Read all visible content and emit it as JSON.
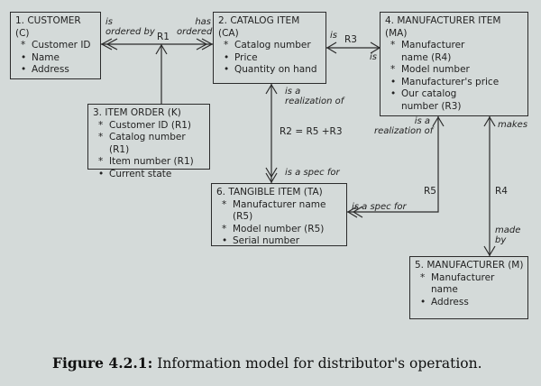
{
  "boxes": {
    "customer": {
      "title": "1. CUSTOMER (C)",
      "attrs": [
        {
          "mark": "*",
          "text": "Customer ID"
        },
        {
          "mark": "•",
          "text": "Name"
        },
        {
          "mark": "•",
          "text": "Address"
        }
      ]
    },
    "catalog_item": {
      "title": "2. CATALOG ITEM (CA)",
      "attrs": [
        {
          "mark": "*",
          "text": "Catalog number"
        },
        {
          "mark": "•",
          "text": "Price"
        },
        {
          "mark": "•",
          "text": "Quantity on hand"
        }
      ]
    },
    "item_order": {
      "title": "3. ITEM ORDER (K)",
      "attrs": [
        {
          "mark": "*",
          "text": "Customer ID (R1)"
        },
        {
          "mark": "*",
          "text": "Catalog number (R1)"
        },
        {
          "mark": "*",
          "text": "Item number (R1)"
        },
        {
          "mark": "•",
          "text": "Current state"
        }
      ]
    },
    "manufacturer_item": {
      "title": "4. MANUFACTURER ITEM (MA)",
      "attrs": [
        {
          "mark": "*",
          "text": "Manufacturer",
          "cont": "name (R4)"
        },
        {
          "mark": "*",
          "text": "Model number"
        },
        {
          "mark": "•",
          "text": "Manufacturer's price"
        },
        {
          "mark": "•",
          "text": "Our catalog",
          "cont": "number (R3)"
        }
      ]
    },
    "tangible_item": {
      "title": "6. TANGIBLE ITEM (TA)",
      "attrs": [
        {
          "mark": "*",
          "text": "Manufacturer name (R5)"
        },
        {
          "mark": "*",
          "text": "Model number (R5)"
        },
        {
          "mark": "•",
          "text": "Serial number"
        }
      ]
    },
    "manufacturer": {
      "title": "5. MANUFACTURER (M)",
      "attrs": [
        {
          "mark": "*",
          "text": "Manufacturer",
          "cont": "name"
        },
        {
          "mark": "•",
          "text": "Address"
        }
      ]
    }
  },
  "relationships": {
    "r1": {
      "name": "R1",
      "left_phrase": "is\nordered by",
      "right_phrase": "has\nordered"
    },
    "r3": {
      "name": "R3",
      "top_phrase": "is",
      "bottom_phrase": "is"
    },
    "r2": {
      "name": "R2 = R5 +R3",
      "top_phrase": "is a\nrealization of",
      "bottom_phrase": "is a spec for"
    },
    "r5": {
      "name": "R5",
      "top_phrase": "is a\nrealization of",
      "bottom_phrase": "is a spec for"
    },
    "r4": {
      "name": "R4",
      "top_phrase": "makes",
      "bottom_phrase": "made\nby"
    }
  },
  "caption": {
    "label": "Figure 4.2.1:",
    "text": "Information model for distributor's operation."
  }
}
